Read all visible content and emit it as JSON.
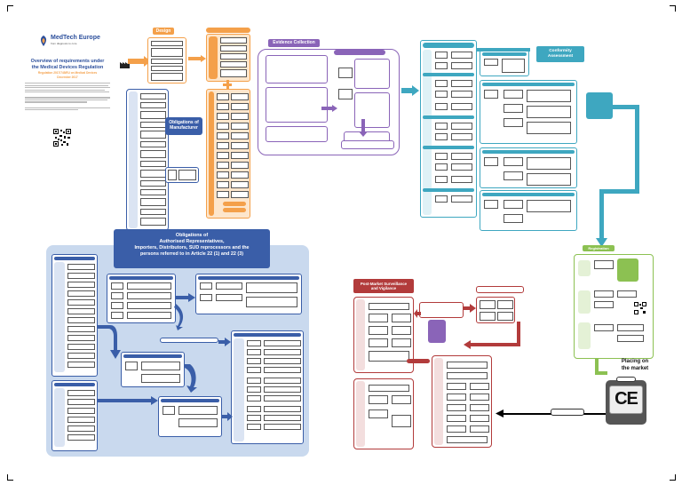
{
  "brand": {
    "name": "MedTech Europe",
    "tagline": "from diagnosis to cure"
  },
  "intro": {
    "title_line1": "Overview of requirements under",
    "title_line2": "the Medical Devices Regulation",
    "subtitle": "Regulation 2017/745/EU on Medical Devices",
    "date": "December 2017"
  },
  "sections": {
    "design": "Design",
    "obligations_manufacturer_line1": "Obligations of",
    "obligations_manufacturer_line2": "Manufacturer",
    "evidence_collection": "Evidence Collection",
    "conformity_assessment_line1": "Conformity",
    "conformity_assessment_line2": "Assessment",
    "registration": "Registration",
    "placing_line1": "Placing on",
    "placing_line2": "the market",
    "ar_title_line1": "Obligations of",
    "ar_title_line2": "Authorised Representatives,",
    "ar_title_line3": "Importers, Distributors, SUD reprocessors and the",
    "ar_title_line4": "persons referred to in Article 22 (1) and 22 (3)",
    "pms_line1": "Post-Market Surveillance",
    "pms_line2": "and Vigilance"
  },
  "ce_mark": "CE",
  "colors": {
    "orange": "#f4a04a",
    "orange_light": "#fde6cc",
    "blue_navy": "#3a5ea8",
    "purple": "#8a64b8",
    "teal": "#3ea7c0",
    "green": "#8cc152",
    "green_light": "#e4f1d6",
    "red": "#b23b3b",
    "light_blue_bg": "#c9d9ee",
    "brand_blue": "#2c4f9c"
  }
}
